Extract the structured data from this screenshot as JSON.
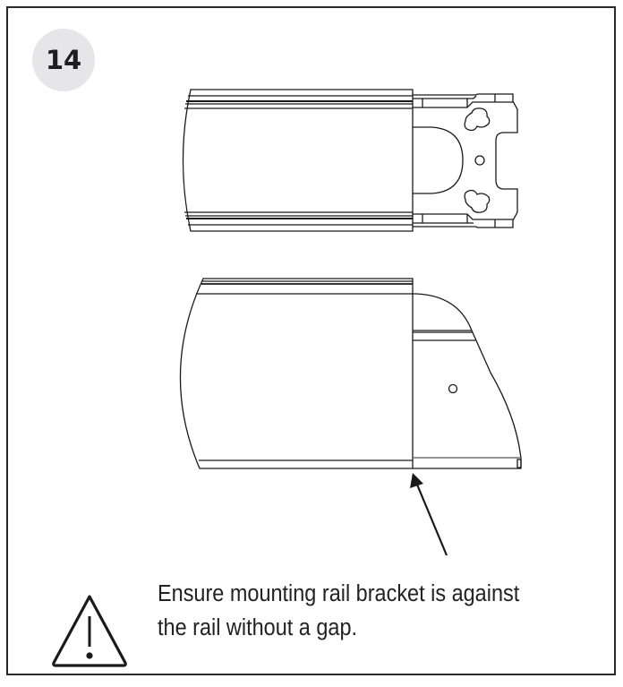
{
  "step": {
    "number": "14"
  },
  "figures": {
    "top_view": "rail-with-mounting-bracket-top-view",
    "side_view": "rail-with-mounting-bracket-side-view",
    "arrow_target": "junction between rail and mounting rail bracket"
  },
  "warning": {
    "icon": "warning-triangle-icon",
    "text_line1": "Ensure mounting rail bracket is against",
    "text_line2": "the rail without a gap."
  },
  "colors": {
    "frame": "#2a2a2a",
    "badge_bg": "#e6e6e8",
    "line": "#1a1a1a"
  }
}
